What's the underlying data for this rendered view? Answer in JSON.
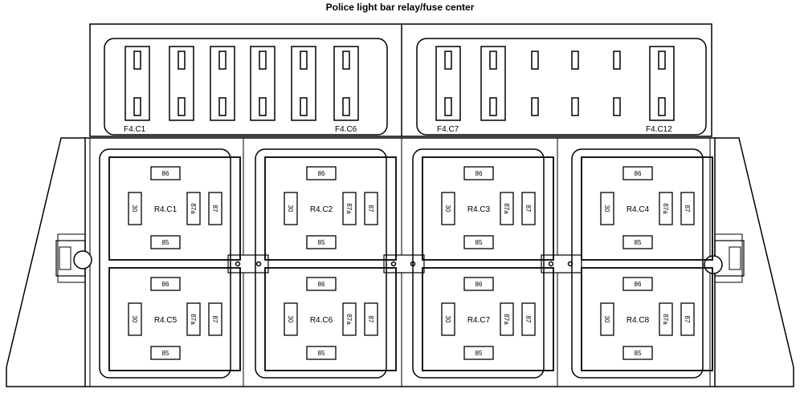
{
  "title": "Police light bar relay/fuse center",
  "fuse_blocks": [
    {
      "first_label": "F4.C1",
      "last_label": "F4.C6"
    },
    {
      "first_label": "F4.C7",
      "last_label": "F4.C12"
    }
  ],
  "fuses": [
    {
      "slot": 1,
      "populated": true
    },
    {
      "slot": 2,
      "populated": true
    },
    {
      "slot": 3,
      "populated": true
    },
    {
      "slot": 4,
      "populated": true
    },
    {
      "slot": 5,
      "populated": true
    },
    {
      "slot": 6,
      "populated": true
    },
    {
      "slot": 7,
      "populated": true
    },
    {
      "slot": 8,
      "populated": true
    },
    {
      "slot": 9,
      "populated": false
    },
    {
      "slot": 10,
      "populated": false
    },
    {
      "slot": 11,
      "populated": false
    },
    {
      "slot": 12,
      "populated": true
    }
  ],
  "relay_terminals": {
    "t86": "86",
    "t85": "85",
    "t30": "30",
    "t87a": "87a",
    "t87": "87"
  },
  "relays": [
    "R4.C1",
    "R4.C2",
    "R4.C3",
    "R4.C4",
    "R4.C5",
    "R4.C6",
    "R4.C7",
    "R4.C8"
  ]
}
